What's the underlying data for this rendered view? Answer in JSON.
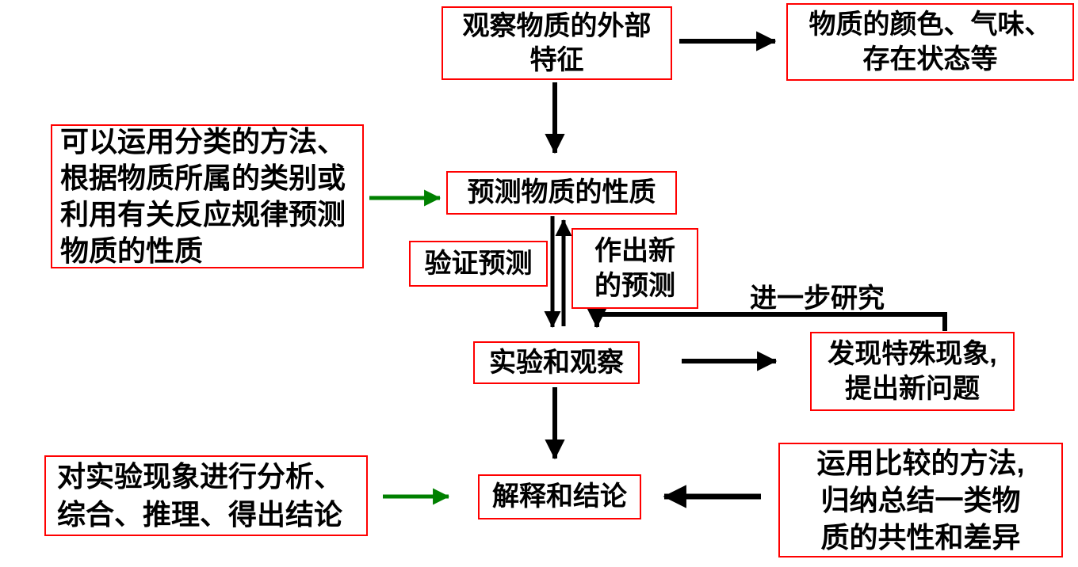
{
  "diagram": {
    "title_hint": "science inquiry flowchart",
    "colors": {
      "box_border": "#ff0000",
      "text": "#000000",
      "arrow_black": "#000000",
      "arrow_green": "#008000",
      "background": "#ffffff"
    },
    "boxes": {
      "observe": {
        "text": "观察物质的外部\n特征"
      },
      "appearance": {
        "text": "物质的颜色、气味、\n存在状态等"
      },
      "classify_hint": {
        "text": "可以运用分类的方法、\n根据物质所属的类别或\n利用有关反应规律预测\n物质的性质"
      },
      "predict": {
        "text": "预测物质的性质"
      },
      "verify": {
        "text": "验证预测"
      },
      "new_prediction": {
        "text": "作出新\n的预测"
      },
      "experiment": {
        "text": "实验和观察"
      },
      "special": {
        "text": "发现特殊现象,\n提出新问题"
      },
      "analysis_hint": {
        "text": "对实验现象进行分析、\n综合、推理、得出结论"
      },
      "conclusion": {
        "text": "解释和结论"
      },
      "compare_hint": {
        "text": "运用比较的方法,\n归纳总结一类物\n质的共性和差异"
      }
    },
    "labels": {
      "further_research": "进一步研究"
    }
  }
}
